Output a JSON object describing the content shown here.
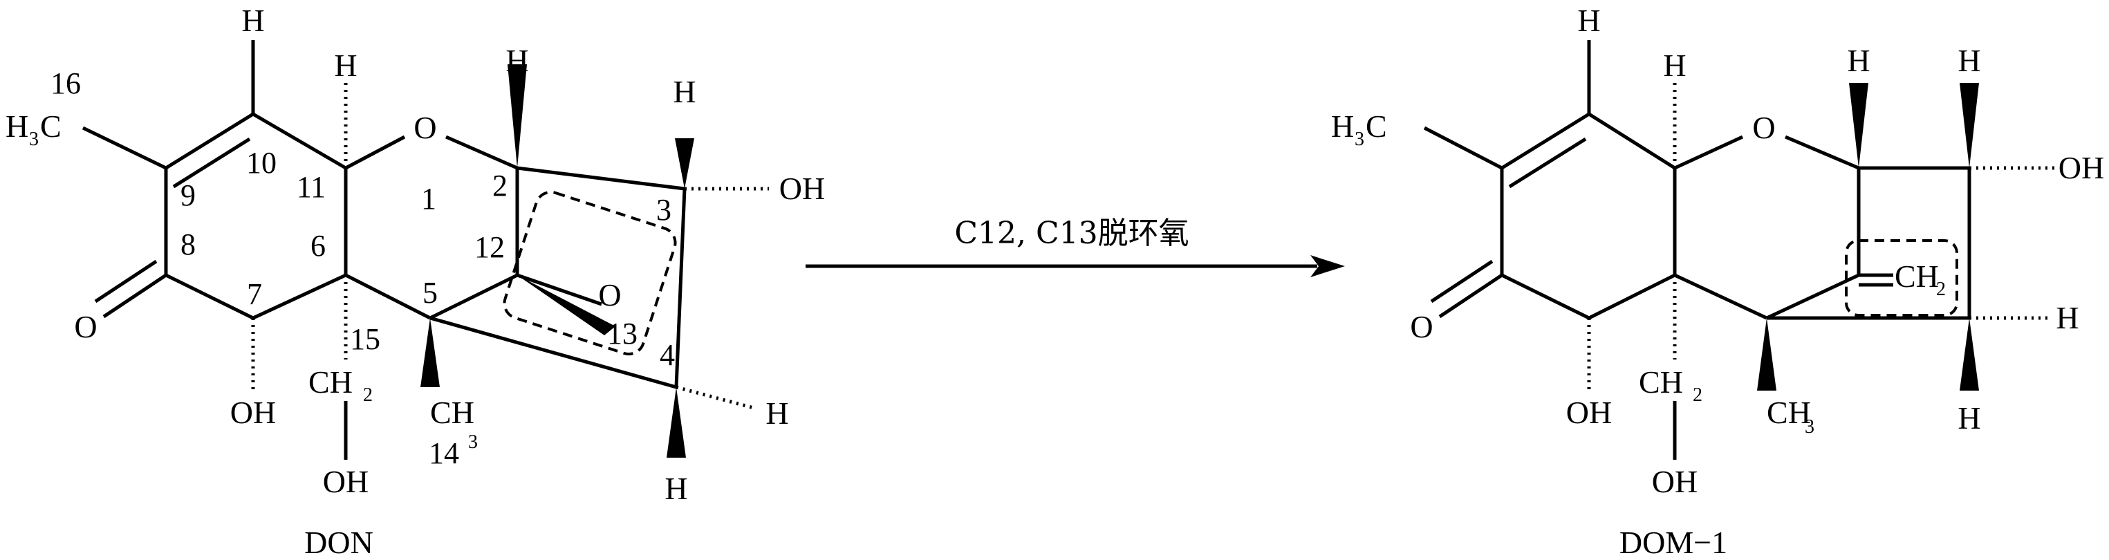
{
  "reaction": {
    "reactant_name": "DON",
    "product_name": "DOM−1",
    "arrow_label": "C12, C13脱环氧"
  },
  "don": {
    "h_c10": "H",
    "h_c11": "H",
    "h_c2": "H",
    "h_c3": "H",
    "h_c4_right": "H",
    "h_c4_bottom": "H",
    "o1": "O",
    "o13": "O",
    "oh_c3": "OH",
    "oh_c7": "OH",
    "oh_c15": "OH",
    "keto_o": "O",
    "ch3_left": "H",
    "ch3_left_sub": "3",
    "ch3_left_c": "C",
    "ch2_main": "CH",
    "ch2_sub": "2",
    "ch3_main": "CH",
    "ch3_sub": "3",
    "labels": [
      "16",
      "10",
      "9",
      "8",
      "11",
      "1",
      "2",
      "3",
      "7",
      "6",
      "12",
      "5",
      "15",
      "13",
      "4",
      "14"
    ]
  },
  "dom": {
    "h_c10": "H",
    "h_c11": "H",
    "h_c2": "H",
    "h_c3": "H",
    "h_c4_right": "H",
    "h_c4_bottom": "H",
    "o1": "O",
    "oh_c3": "OH",
    "oh_c7": "OH",
    "oh_c15": "OH",
    "keto_o": "O",
    "ch3_left": "H",
    "ch3_left_sub": "3",
    "ch3_left_c": "C",
    "ch2_main": "CH",
    "ch2_sub": "2",
    "exo_ch2": "CH",
    "exo_ch2_sub": "2",
    "ch3_main": "CH",
    "ch3_sub": "3"
  }
}
